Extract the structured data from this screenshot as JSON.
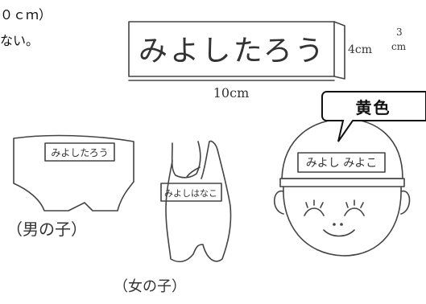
{
  "instructions": {
    "line1": "０ｃｍ）",
    "line2": "ない。"
  },
  "main_label": {
    "text": "みよしたろう",
    "height": "4cm",
    "depth_top": "3",
    "depth_bottom": "cm",
    "width": "10cm"
  },
  "pants": {
    "tag": "みよしたろう",
    "caption": "（男の子）"
  },
  "swimsuit": {
    "tag": "みよしはなこ",
    "caption": "（女の子）"
  },
  "cap": {
    "tag": "みよし みよこ",
    "callout": "黄色",
    "callout_color": "#ffffff"
  }
}
